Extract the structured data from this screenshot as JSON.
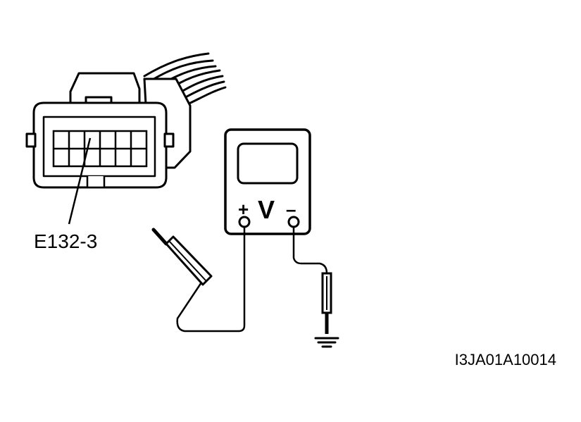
{
  "connector": {
    "callout": "E132-3"
  },
  "meter": {
    "plus_label": "+",
    "unit_label": "V",
    "minus_label": "–"
  },
  "figure": {
    "code": "I3JA01A10014"
  },
  "colors": {
    "ink": "#000000",
    "paper": "#ffffff"
  },
  "icons": {
    "ground": "ground-symbol-icon"
  }
}
